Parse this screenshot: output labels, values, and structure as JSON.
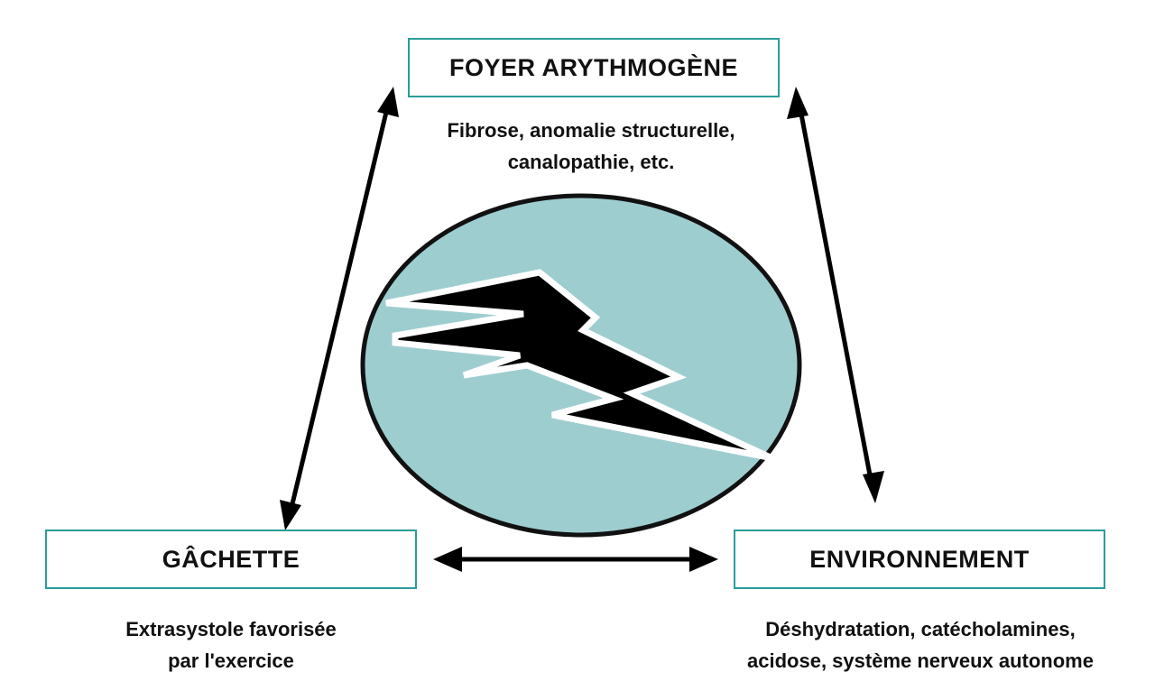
{
  "diagram": {
    "colors": {
      "box_border": "#2a9d9a",
      "circle_fill": "#9ecdd0",
      "circle_stroke": "#111111",
      "bolt_fill": "#000000",
      "bolt_outline": "#ffffff",
      "arrow_color": "#000000"
    },
    "center_icon": "lightning-bolt-icon",
    "nodes": {
      "top": {
        "title": "FOYER ARYTHMOGÈNE",
        "description_line1": "Fibrose, anomalie structurelle,",
        "description_line2": "canalopathie, etc."
      },
      "left": {
        "title": "GÂCHETTE",
        "description_line1": "Extrasystole favorisée",
        "description_line2": "par l'exercice"
      },
      "right": {
        "title": "ENVIRONNEMENT",
        "description_line1": "Déshydratation, catécholamines,",
        "description_line2": "acidose, système nerveux autonome"
      }
    }
  }
}
